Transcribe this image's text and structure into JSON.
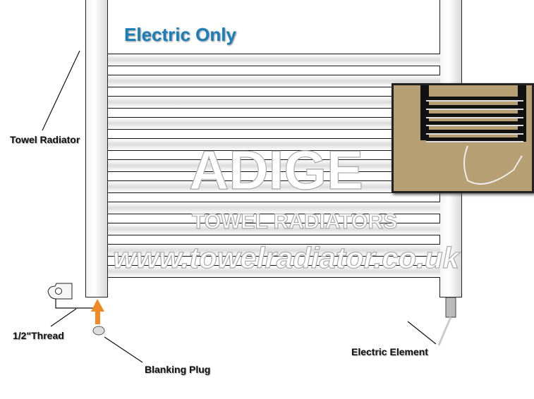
{
  "title": "Electric Only",
  "labels": {
    "towel_radiator": "Towel Radiator",
    "thread": "1/2\"Thread",
    "blanking_plug": "Blanking Plug",
    "electric_element": "Electric Element"
  },
  "watermarks": {
    "url": "www.towelradiator.co.uk",
    "brand": "ADIGE",
    "brand_sub": "TOWEL RADIATORS"
  },
  "colors": {
    "title": "#1a7fb8",
    "arrow": "#f08a24"
  },
  "radiator": {
    "bar_count": 11
  }
}
